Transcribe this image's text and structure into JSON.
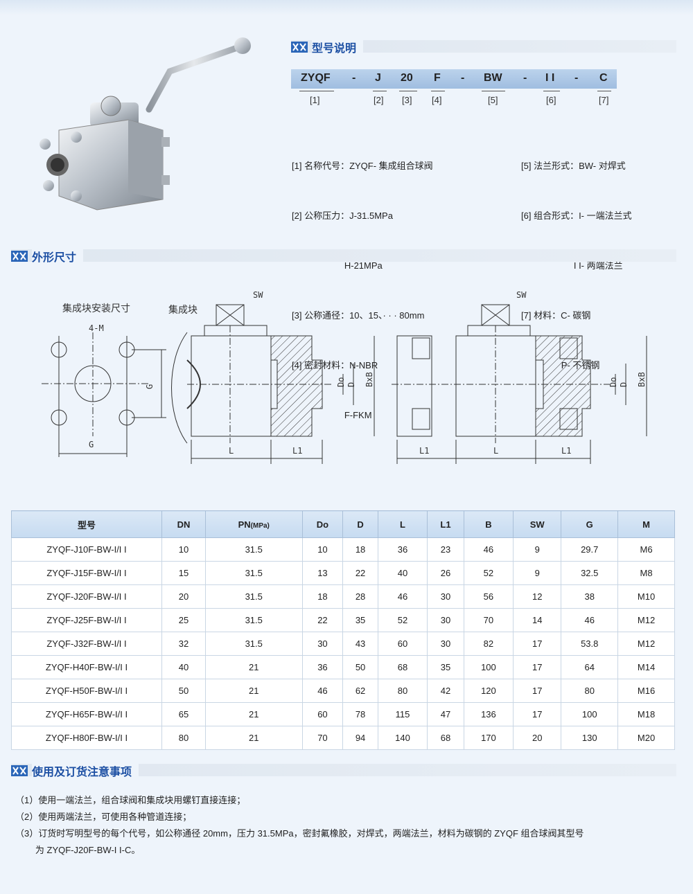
{
  "sections": {
    "model": "型号说明",
    "dimensions": "外形尺寸",
    "notes": "使用及订货注意事项"
  },
  "model_code": {
    "segments": [
      "ZYQF",
      "-",
      "J",
      "20",
      "F",
      "-",
      "BW",
      "-",
      "I I",
      "-",
      "C"
    ],
    "indexes": [
      "[1]",
      "[2]",
      "[3]",
      "[4]",
      "[5]",
      "[6]",
      "[7]"
    ]
  },
  "descriptions": {
    "left": [
      "[1] 名称代号：ZYQF- 集成组合球阀",
      "[2] 公称压力：J-31.5MPa",
      "                     H-21MPa",
      "[3] 公称通径：10、15、· · · 80mm",
      "[4] 密封材料：N-NBR",
      "                     F-FKM"
    ],
    "right": [
      "[5] 法兰形式：BW- 对焊式",
      "[6] 组合形式：I- 一端法兰式",
      "                     I I- 两端法兰",
      "[7] 材料：C- 碳钢",
      "                P- 不锈钢"
    ]
  },
  "drawing_labels": {
    "install_size": "集成块安装尺寸",
    "block": "集成块",
    "four_m": "4-M",
    "g": "G",
    "sw": "SW",
    "do": "Do",
    "d": "D",
    "bxb": "BxB",
    "l": "L",
    "l1": "L1"
  },
  "table": {
    "headers": [
      "型号",
      "DN",
      "PN",
      "Do",
      "D",
      "L",
      "L1",
      "B",
      "SW",
      "G",
      "M"
    ],
    "pn_unit": "(MPa)",
    "rows": [
      [
        "ZYQF-J10F-BW-I/I I",
        "10",
        "31.5",
        "10",
        "18",
        "36",
        "23",
        "46",
        "9",
        "29.7",
        "M6"
      ],
      [
        "ZYQF-J15F-BW-I/I I",
        "15",
        "31.5",
        "13",
        "22",
        "40",
        "26",
        "52",
        "9",
        "32.5",
        "M8"
      ],
      [
        "ZYQF-J20F-BW-I/I I",
        "20",
        "31.5",
        "18",
        "28",
        "46",
        "30",
        "56",
        "12",
        "38",
        "M10"
      ],
      [
        "ZYQF-J25F-BW-I/I I",
        "25",
        "31.5",
        "22",
        "35",
        "52",
        "30",
        "70",
        "14",
        "46",
        "M12"
      ],
      [
        "ZYQF-J32F-BW-I/I I",
        "32",
        "31.5",
        "30",
        "43",
        "60",
        "30",
        "82",
        "17",
        "53.8",
        "M12"
      ],
      [
        "ZYQF-H40F-BW-I/I I",
        "40",
        "21",
        "36",
        "50",
        "68",
        "35",
        "100",
        "17",
        "64",
        "M14"
      ],
      [
        "ZYQF-H50F-BW-I/I I",
        "50",
        "21",
        "46",
        "62",
        "80",
        "42",
        "120",
        "17",
        "80",
        "M16"
      ],
      [
        "ZYQF-H65F-BW-I/I I",
        "65",
        "21",
        "60",
        "78",
        "115",
        "47",
        "136",
        "17",
        "100",
        "M18"
      ],
      [
        "ZYQF-H80F-BW-I/I I",
        "80",
        "21",
        "70",
        "94",
        "140",
        "68",
        "170",
        "20",
        "130",
        "M20"
      ]
    ]
  },
  "notes": [
    "（1）使用一端法兰，组合球阀和集成块用螺钉直接连接；",
    "（2）使用两端法兰，可使用各种管道连接；",
    "（3）订货时写明型号的每个代号，如公称通径 20mm，压力 31.5MPa，密封氟橡胶，对焊式，两端法兰，材料为碳钢的 ZYQF 组合球阀其型号",
    "        为 ZYQF-J20F-BW-I I-C。"
  ]
}
